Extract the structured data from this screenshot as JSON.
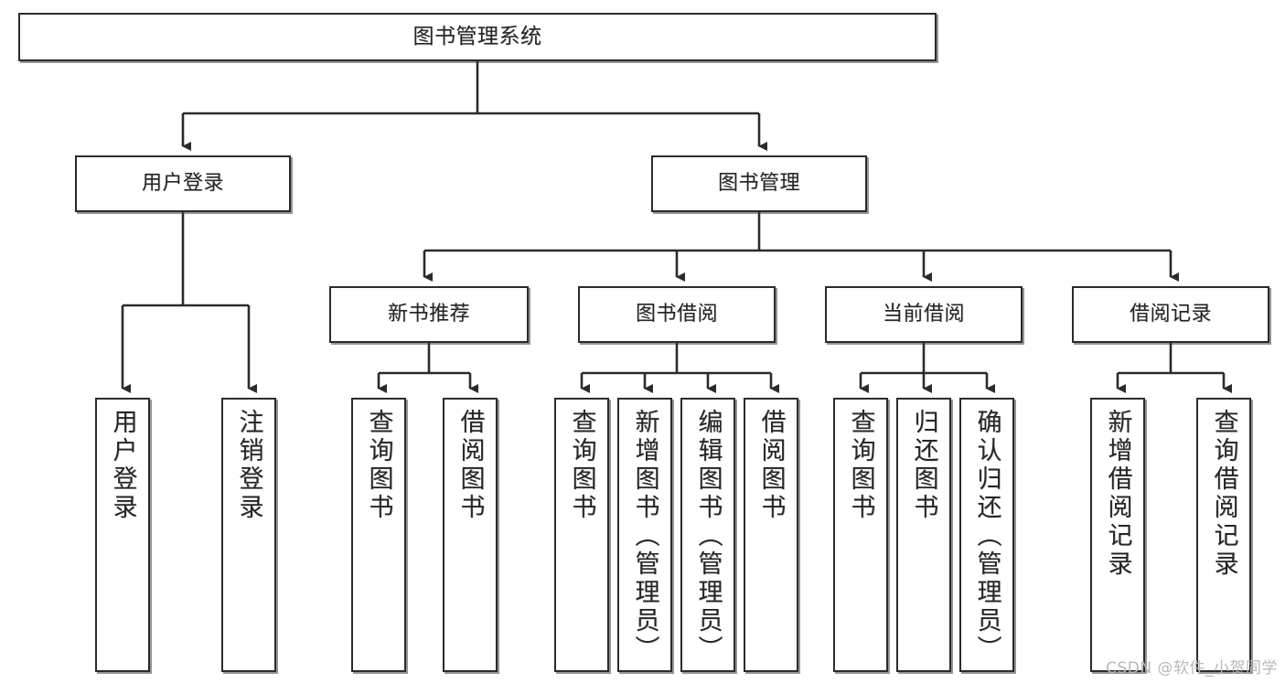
{
  "diagram": {
    "title": "图书管理系统",
    "root": {
      "label": "图书管理系统"
    },
    "level2": [
      {
        "label": "用户登录"
      },
      {
        "label": "图书管理"
      }
    ],
    "level3": [
      {
        "label": "新书推荐"
      },
      {
        "label": "图书借阅"
      },
      {
        "label": "当前借阅"
      },
      {
        "label": "借阅记录"
      }
    ],
    "leaves": [
      {
        "label": "用户登录"
      },
      {
        "label": "注销登录"
      },
      {
        "label": "查询图书"
      },
      {
        "label": "借阅图书"
      },
      {
        "label": "查询图书"
      },
      {
        "label": "新增图书（管理员）"
      },
      {
        "label": "编辑图书（管理员）"
      },
      {
        "label": "借阅图书"
      },
      {
        "label": "查询图书"
      },
      {
        "label": "归还图书"
      },
      {
        "label": "确认归还（管理员）"
      },
      {
        "label": "新增借阅记录"
      },
      {
        "label": "查询借阅记录"
      }
    ]
  },
  "watermark": {
    "text": "CSDN @软件_小贺同学"
  },
  "colors": {
    "box_border": "#2b2b2b",
    "box_fill": "#ffffff",
    "connector": "#2b2b2b",
    "text": "#262626",
    "watermark": "#b8b8b8"
  }
}
